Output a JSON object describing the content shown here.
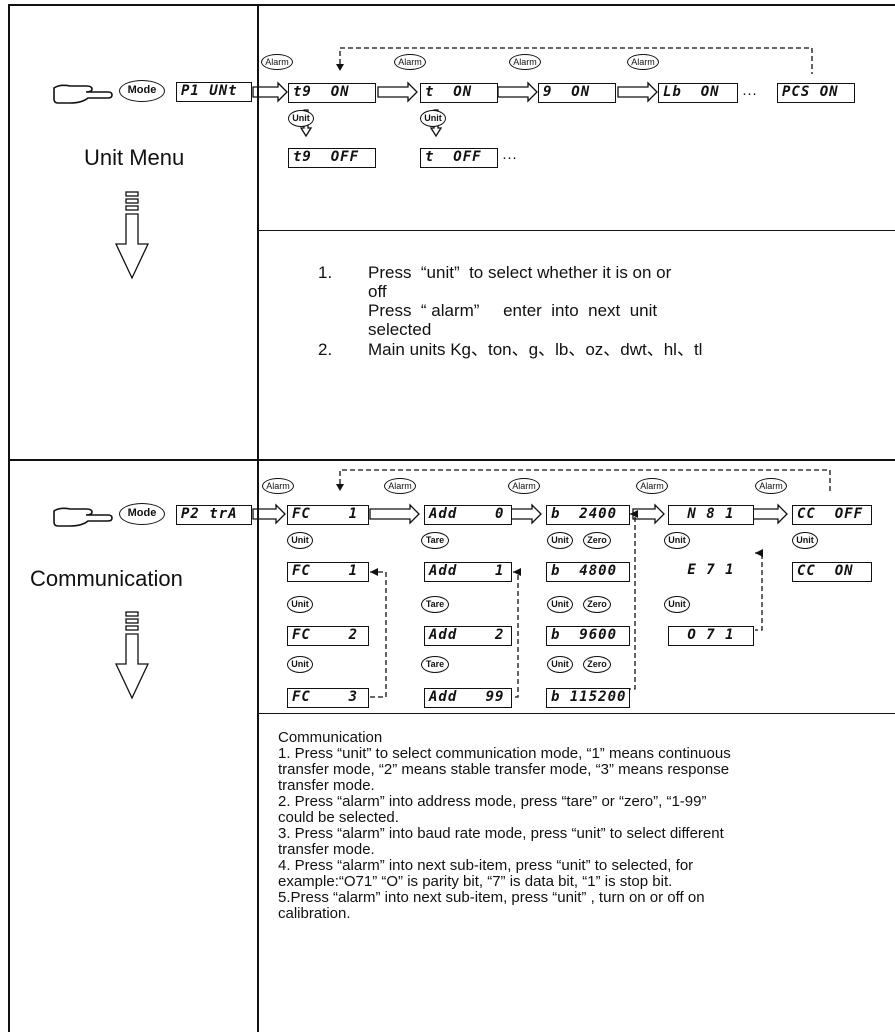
{
  "unit_section": {
    "title": "Unit Menu",
    "mode_label": "Mode",
    "entry_display": "P1 UNt",
    "alarm_label": "Alarm",
    "unit_label": "Unit",
    "row_on": [
      "t9  ON",
      "t  ON",
      "9  ON",
      "Lb  ON",
      "PCS ON"
    ],
    "row_off": [
      "t9  OFF",
      "t  OFF"
    ],
    "ellipsis": "···",
    "notes": [
      {
        "num": "1.",
        "lines": [
          "Press  “unit”  to select whether it is on or",
          "off",
          "Press  “ alarm”     enter  into  next  unit",
          "selected"
        ]
      },
      {
        "num": "2.",
        "lines": [
          "Main units Kg、ton、g、lb、oz、dwt、hl、tl"
        ]
      }
    ]
  },
  "comm_section": {
    "title": "Communication",
    "mode_label": "Mode",
    "entry_display": "P2 trA",
    "tare_label": "Tare",
    "zero_label": "Zero",
    "col_fc": [
      "FC    1",
      "FC    1",
      "FC    2",
      "FC    3"
    ],
    "col_addr": [
      "Add    0",
      "Add    1",
      "Add    2",
      "Add   99"
    ],
    "col_baud": [
      "b  2400",
      "b  4800",
      "b  9600",
      "b 115200"
    ],
    "col_parity": [
      "N 8 1",
      "E 7 1",
      "O 7 1"
    ],
    "col_cc": [
      "CC  OFF",
      "CC  ON"
    ],
    "notes": [
      "Communication",
      "1. Press “unit” to select communication mode, “1” means continuous",
      "transfer mode, “2” means stable transfer mode, “3” means response",
      "transfer mode.",
      "2. Press “alarm” into address mode, press “tare” or “zero”, “1-99”",
      "could be selected.",
      "3. Press “alarm” into baud rate mode, press “unit” to select different",
      "transfer mode.",
      "4. Press “alarm” into next sub-item, press “unit” to selected, for",
      "example:“O71” “O” is parity bit, “7” is data bit, “1” is stop bit.",
      "5.Press “alarm” into next sub-item, press “unit” , turn on or off on",
      "calibration."
    ]
  }
}
